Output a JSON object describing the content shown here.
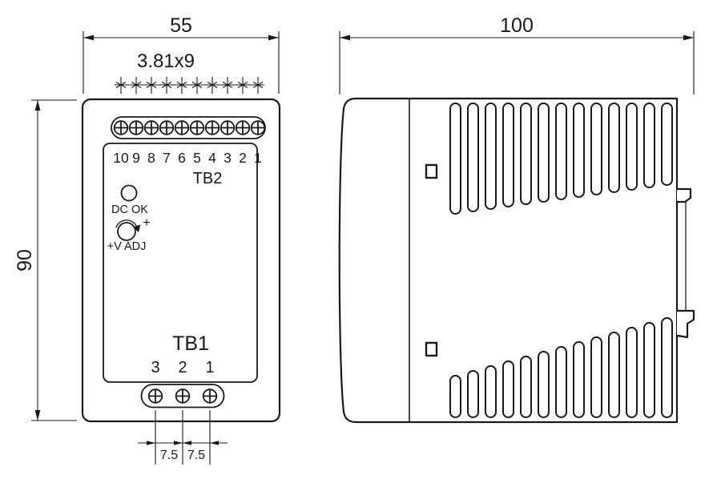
{
  "colors": {
    "line": "#1a1a1a",
    "background": "#ffffff"
  },
  "dimensions": {
    "front_width": "55",
    "front_height": "90",
    "side_depth": "100",
    "tb2_pitch": "3.81x9",
    "tb1_pitch_left": "7.5",
    "tb1_pitch_right": "7.5"
  },
  "front_view": {
    "tb2_label": "TB2",
    "tb2_terminals": [
      "10",
      "9",
      "8",
      "7",
      "6",
      "5",
      "4",
      "3",
      "2",
      "1"
    ],
    "dc_ok_label": "DC OK",
    "v_adj_plus": "+",
    "v_adj_label": "+V ADJ",
    "tb1_label": "TB1",
    "tb1_terminals": [
      "3",
      "2",
      "1"
    ]
  }
}
